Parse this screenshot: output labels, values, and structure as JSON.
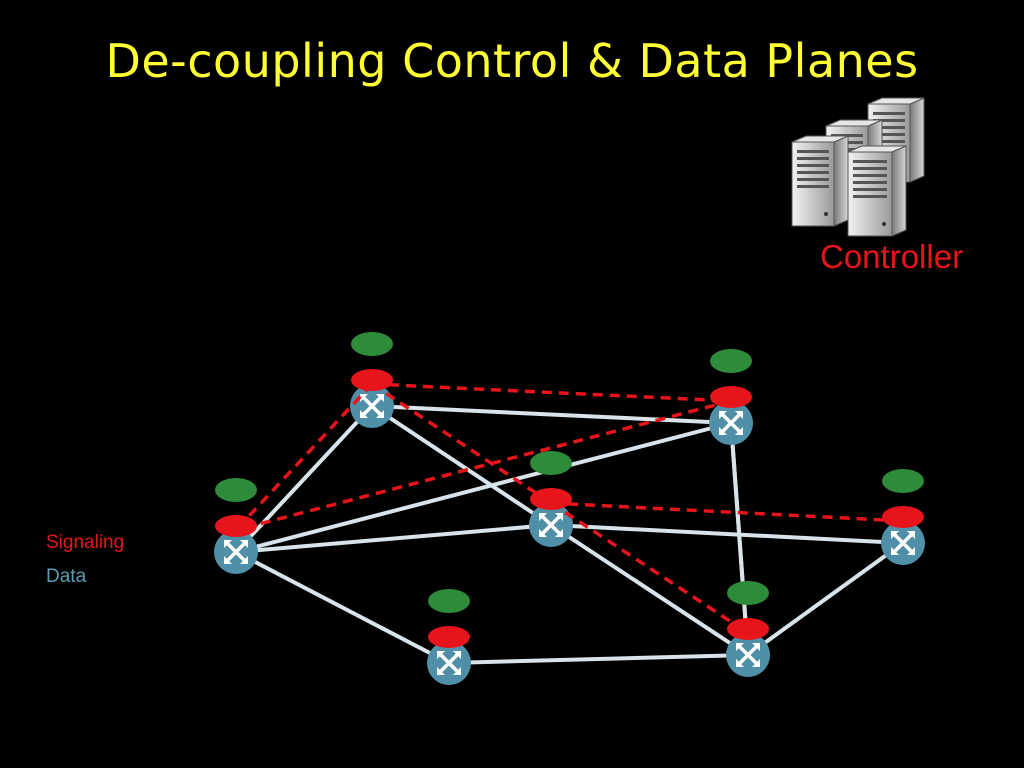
{
  "title": "De-coupling Control & Data Planes",
  "controller": {
    "label": "Controller",
    "icon": "server-cluster-icon"
  },
  "legend": {
    "signaling": "Signaling",
    "data": "Data"
  },
  "colors": {
    "background": "#000000",
    "title": "#ffff33",
    "signaling": "#e8141b",
    "data_link": "#d9e4ea",
    "switch": "#4f8fa8",
    "control_agent": "#2e8b3a",
    "controller_label": "#e8141b"
  },
  "network": {
    "switch_icon": "switch-cross-arrows-icon",
    "nodes": [
      {
        "id": "n1"
      },
      {
        "id": "n2"
      },
      {
        "id": "n3"
      },
      {
        "id": "n4"
      },
      {
        "id": "n5"
      },
      {
        "id": "n6"
      },
      {
        "id": "n7"
      },
      {
        "id": "n8"
      }
    ],
    "data_links": [
      [
        "n1",
        "n2"
      ],
      [
        "n1",
        "n3"
      ],
      [
        "n1",
        "n4"
      ],
      [
        "n1",
        "n6"
      ],
      [
        "n2",
        "n3"
      ],
      [
        "n2",
        "n4"
      ],
      [
        "n3",
        "n5"
      ],
      [
        "n3",
        "n7"
      ],
      [
        "n4",
        "n7"
      ],
      [
        "n4",
        "n8"
      ],
      [
        "n5",
        "n8"
      ],
      [
        "n6",
        "n7"
      ]
    ],
    "signaling_links": [
      [
        "n2",
        "n3"
      ],
      [
        "n2",
        "n4"
      ],
      [
        "n2",
        "n1"
      ],
      [
        "n3",
        "n5"
      ],
      [
        "n3",
        "n8"
      ],
      [
        "n4",
        "n1"
      ]
    ]
  }
}
